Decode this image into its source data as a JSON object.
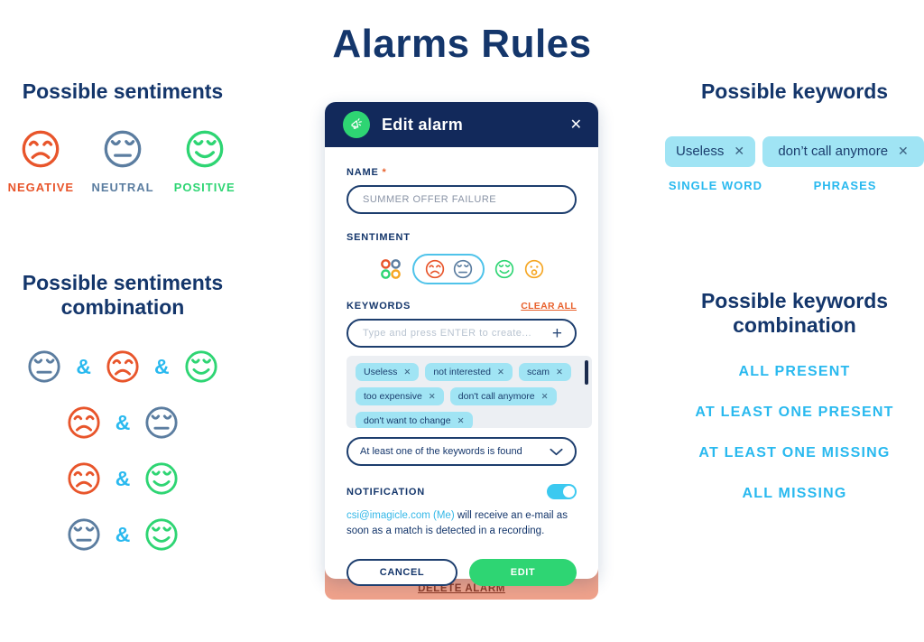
{
  "palette": {
    "navy": "#14366B",
    "header_navy": "#12295B",
    "negative": "#E8552B",
    "neutral": "#5B7DA0",
    "positive": "#2ED573",
    "surprised": "#F5A623",
    "cyan": "#29B9EF",
    "chip_bg": "#A0E4F4",
    "salmon": "#EFA28B",
    "delete_text": "#8C3A26",
    "clear_all_orange": "#E8602C"
  },
  "title": "Alarms Rules",
  "left": {
    "sentiments": {
      "heading": "Possible sentiments",
      "items": [
        {
          "label": "NEGATIVE",
          "face": "negative"
        },
        {
          "label": "NEUTRAL",
          "face": "neutral"
        },
        {
          "label": "POSITIVE",
          "face": "positive"
        }
      ]
    },
    "combination": {
      "heading": "Possible sentiments combination",
      "separator": "&",
      "rows": [
        [
          "neutral",
          "negative",
          "positive"
        ],
        [
          "negative",
          "neutral"
        ],
        [
          "negative",
          "positive"
        ],
        [
          "neutral",
          "positive"
        ]
      ]
    }
  },
  "modal": {
    "header": {
      "title": "Edit alarm",
      "close_icon": "✕"
    },
    "name": {
      "label": "NAME",
      "required_mark": "*",
      "value": "SUMMER OFFER FAILURE"
    },
    "sentiment": {
      "label": "SENTIMENT",
      "selected": [
        "negative",
        "neutral"
      ],
      "others": [
        "positive",
        "surprised"
      ]
    },
    "keywords": {
      "label": "KEYWORDS",
      "clear_all": "CLEAR ALL",
      "placeholder": "Type and press ENTER to create...",
      "add_icon": "+",
      "remove_icon": "✕",
      "chips": [
        "Useless",
        "not interested",
        "scam",
        "too expensive",
        "don't call anymore",
        "don't want to change"
      ]
    },
    "match_rule": {
      "value": "At least one of the keywords is found"
    },
    "notification": {
      "label": "NOTIFICATION",
      "toggle_on": true,
      "recipient": "csi@imagicle.com (Me)",
      "message": "will receive an e-mail as soon as a match is detected in a recording."
    },
    "buttons": {
      "cancel": "CANCEL",
      "edit": "EDIT"
    },
    "delete_label": "DELETE ALARM"
  },
  "right": {
    "keywords": {
      "heading": "Possible keywords",
      "remove_icon": "✕",
      "chips": [
        {
          "text": "Useless",
          "caption": "SINGLE WORD"
        },
        {
          "text": "don’t call anymore",
          "caption": "PHRASES"
        }
      ]
    },
    "combination": {
      "heading": "Possible keywords combination",
      "items": [
        "ALL PRESENT",
        "AT LEAST ONE PRESENT",
        "AT LEAST ONE MISSING",
        "ALL MISSING"
      ]
    }
  }
}
